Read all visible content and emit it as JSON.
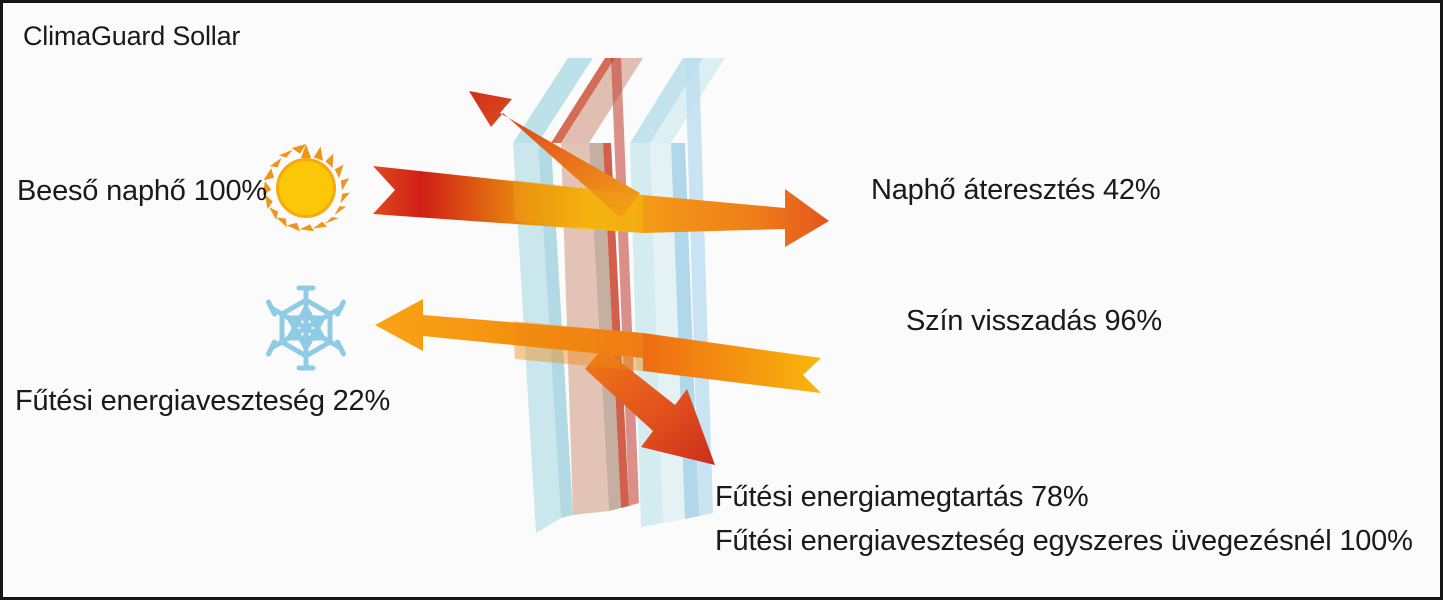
{
  "title": "ClimaGuard Sollar",
  "labels": {
    "incident_solar": "Beeső naphő 100%",
    "heating_energy_loss": "Fűtési energiaveszteség 22%",
    "solar_transmission": "Naphő áteresztés 42%",
    "color_rendering": "Szín visszadás 96%",
    "heating_energy_retention": "Fűtési energiamegtartás 78%",
    "single_glazing_loss": "Fűtési energiaveszteség egyszeres üvegezésnél 100%"
  },
  "icons": {
    "sun": "sun-icon",
    "snowflake": "snowflake-icon"
  },
  "colors": {
    "background": "#fbfbfb",
    "border": "#151515",
    "text": "#1a1a1a",
    "sun_core": "#fbc707",
    "sun_rays": "#f08c1a",
    "snowflake": "#8fcbe4",
    "beam_red": "#cf2a1c",
    "beam_orange": "#f18a0f",
    "beam_yellow": "#f9c20b",
    "arrow_red": "#d9391f",
    "glass_blue": "#b8dfe6",
    "glass_blue_light": "#dff0f2",
    "glass_blue_mid": "#a9d4e8",
    "glass_red": "#d0614a",
    "glass_red_light": "#e3b8ab",
    "glass_taupe": "#bfa898"
  },
  "chart_data": {
    "type": "diagram",
    "title": "ClimaGuard Sollar",
    "values": [
      {
        "name": "Beeső naphő",
        "value": 100,
        "unit": "%"
      },
      {
        "name": "Naphő áteresztés",
        "value": 42,
        "unit": "%"
      },
      {
        "name": "Szín visszadás",
        "value": 96,
        "unit": "%"
      },
      {
        "name": "Fűtési energiaveszteség",
        "value": 22,
        "unit": "%"
      },
      {
        "name": "Fűtési energiamegtartás",
        "value": 78,
        "unit": "%"
      },
      {
        "name": "Fűtési energiaveszteség egyszeres üvegezésnél",
        "value": 100,
        "unit": "%"
      }
    ]
  }
}
